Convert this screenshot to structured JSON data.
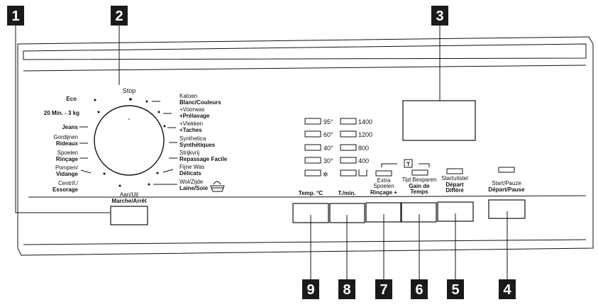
{
  "callouts": [
    "1",
    "2",
    "3",
    "4",
    "5",
    "6",
    "7",
    "8",
    "9"
  ],
  "dial": {
    "stop": "Stop",
    "left": [
      {
        "l1": "Eco",
        "l2": ""
      },
      {
        "l1": "20 Min. - 3 kg",
        "l2": ""
      },
      {
        "l1": "Jeans",
        "l2": ""
      },
      {
        "l1": "Gordijnen",
        "l2": "Rideaux"
      },
      {
        "l1": "Spoelen",
        "l2": "Rinçage"
      },
      {
        "l1": "Pompen/",
        "l2": "Vidange"
      },
      {
        "l1": "Centrif./",
        "l2": "Essorage"
      }
    ],
    "right": [
      {
        "l1": "Katoen",
        "l2": "Blanc/Couleurs"
      },
      {
        "l1": "+Voorwas",
        "l2": "+Prélavage"
      },
      {
        "l1": "+Vlekken",
        "l2": "+Taches"
      },
      {
        "l1": "Synthetica",
        "l2": "Synthétiques"
      },
      {
        "l1": "Strijkvrij",
        "l2": "Repassage Facile"
      },
      {
        "l1": "Fijne Was",
        "l2": "Délicats"
      },
      {
        "l1": "Wol/Zijde",
        "l2": "Laine/Soie"
      }
    ]
  },
  "power": {
    "l1": "Aan/Uit",
    "l2": "Marche/Arrêt"
  },
  "temps": [
    "95°",
    "60°",
    "40°",
    "30°",
    "✲"
  ],
  "speeds": [
    "1400",
    "1200",
    "800",
    "400",
    ""
  ],
  "buttons": {
    "temp": "Temp. °C",
    "speed": "T./min.",
    "rinse_l1": "Extra",
    "rinse_l2": "Spoelen",
    "rinse_l3": "Rinçage +",
    "time_l1": "Tijd Besparen",
    "time_l2": "Gain de",
    "time_l3": "Temps",
    "delay_l1": "Startuitstel",
    "delay_l2": "Départ",
    "delay_l3": "Différé",
    "start_l1": "Start/Pauze",
    "start_l2": "Départ/Pause"
  }
}
